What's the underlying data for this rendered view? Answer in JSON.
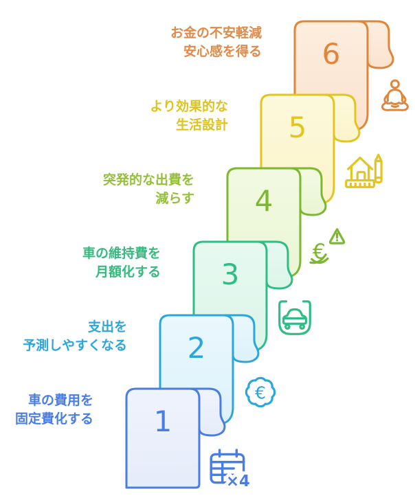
{
  "steps": [
    {
      "number": "1",
      "label_line1": "車の費用を",
      "label_line2": "固定費化する",
      "icon": "calendar-x4-icon",
      "icon_badge": "×4",
      "colors": {
        "stroke": "#4a7de2",
        "fill1": "#eff3fc",
        "fill2": "#e5ecfa",
        "label": "#4a7de2"
      }
    },
    {
      "number": "2",
      "label_line1": "支出を",
      "label_line2": "予測しやすくなる",
      "icon": "euro-coin-icon",
      "icon_symbol": "€",
      "colors": {
        "stroke": "#2ba6dc",
        "fill1": "#eaf7fd",
        "fill2": "#ddf2fb",
        "label": "#2ba6dc"
      }
    },
    {
      "number": "3",
      "label_line1": "車の維持費を",
      "label_line2": "月額化する",
      "icon": "car-icon",
      "colors": {
        "stroke": "#2fbd85",
        "fill1": "#e7f9f1",
        "fill2": "#dcf5e9",
        "label": "#36b97f"
      }
    },
    {
      "number": "4",
      "label_line1": "突発的な出費を",
      "label_line2": "減らす",
      "icon": "expense-warning-icon",
      "icon_symbol": "€",
      "colors": {
        "stroke": "#7cb82e",
        "fill1": "#f2f9e2",
        "fill2": "#eaf6d4",
        "label": "#94bf3a"
      }
    },
    {
      "number": "5",
      "label_line1": "より効果的な",
      "label_line2": "生活設計",
      "icon": "house-plan-icon",
      "colors": {
        "stroke": "#e2c51f",
        "fill1": "#fdf9dc",
        "fill2": "#fbf3c9",
        "label": "#dcc31d"
      }
    },
    {
      "number": "6",
      "label_line1": "お金の不安軽減",
      "label_line2": "安心感を得る",
      "icon": "meditation-person-icon",
      "colors": {
        "stroke": "#e0853a",
        "fill1": "#fdeede",
        "fill2": "#fbe2cf",
        "label": "#e08a4a"
      }
    }
  ]
}
